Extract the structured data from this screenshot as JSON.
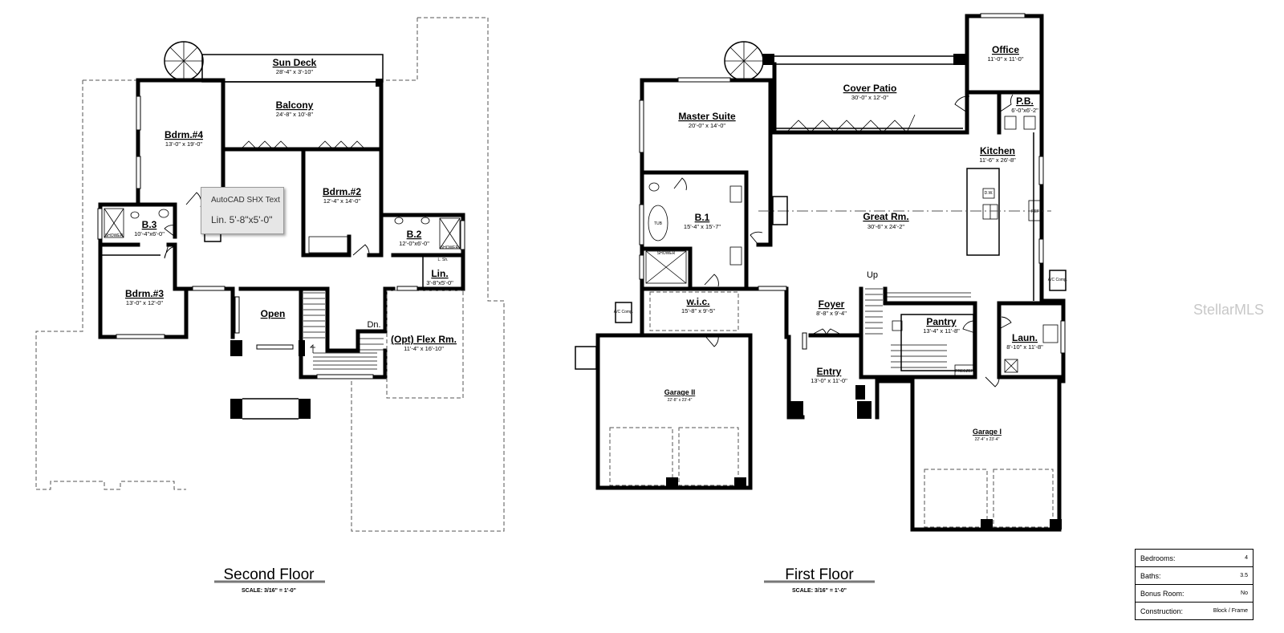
{
  "second_floor": {
    "title": "Second Floor",
    "scale": "SCALE: 3/16\" = 1'-0\"",
    "rooms": [
      {
        "name": "Sun Deck",
        "dims": "28'-4\" x 3'-10\""
      },
      {
        "name": "Balcony",
        "dims": "24'-8\" x 10'-8\""
      },
      {
        "name": "Bdrm.#4",
        "dims": "13'-0\" x 19'-0\""
      },
      {
        "name": "Bdrm.#2",
        "dims": "12'-4\" x 14'-0\""
      },
      {
        "name": "B.3",
        "dims": "10'-4\"x6'-0\""
      },
      {
        "name": "B.2",
        "dims": "12'-0\"x6'-0\""
      },
      {
        "name": "Lin.",
        "dims": "3'-8\"x5'-0\""
      },
      {
        "name": "Bdrm.#3",
        "dims": "13'-0\" x 12'-0\""
      },
      {
        "name": "Open",
        "dims": ""
      },
      {
        "name": "(Opt) Flex Rm.",
        "dims": "11'-4\" x 16'-10\""
      }
    ],
    "stair_label": "Dn.",
    "fixture_labels": {
      "shower": "SHOWER",
      "linen": "L. Sh."
    }
  },
  "first_floor": {
    "title": "First Floor",
    "scale": "SCALE: 3/16\" = 1'-0\"",
    "rooms": [
      {
        "name": "Office",
        "dims": "11'-0\" x 11'-0\""
      },
      {
        "name": "Cover Patio",
        "dims": "30'-0\" x 12'-0\""
      },
      {
        "name": "P.B.",
        "dims": "6'-0\"x6'-2\""
      },
      {
        "name": "Master Suite",
        "dims": "20'-0\" x 14'-0\""
      },
      {
        "name": "Kitchen",
        "dims": "11'-6\" x 26'-8\""
      },
      {
        "name": "B.1",
        "dims": "15'-4\" x 15'-7\""
      },
      {
        "name": "Great Rm.",
        "dims": "30'-6\" x 24'-2\""
      },
      {
        "name": "w.i.c.",
        "dims": "15'-8\" x 9'-5\""
      },
      {
        "name": "Foyer",
        "dims": "8'-8\" x 9'-4\""
      },
      {
        "name": "Pantry",
        "dims": "13'-4\" x 11'-8\""
      },
      {
        "name": "Laun.",
        "dims": "8'-10\" x 11'-8\""
      },
      {
        "name": "Entry",
        "dims": "13'-0\" x 11'-0\""
      },
      {
        "name": "Garage II",
        "dims": "22'-8\" x 23'-4\""
      },
      {
        "name": "Garage I",
        "dims": "22'-4\" x 23'-4\""
      }
    ],
    "stair_label": "Up",
    "ac_label": "A/C Comp.",
    "fixture_labels": {
      "shower": "SHOWER",
      "tub": "TUB",
      "freezer": "FREEZER",
      "dw": "D.W.",
      "ref": "REF"
    }
  },
  "tooltip": {
    "line1": "AutoCAD SHX Text",
    "line2": "Lin. 5'-8\"x5'-0\""
  },
  "watermark": "StellarMLS",
  "specs": [
    {
      "label": "Bedrooms:",
      "value": "4"
    },
    {
      "label": "Baths:",
      "value": "3.5"
    },
    {
      "label": "Bonus Room:",
      "value": "No"
    },
    {
      "label": "Construction:",
      "value": "Block / Frame"
    }
  ]
}
